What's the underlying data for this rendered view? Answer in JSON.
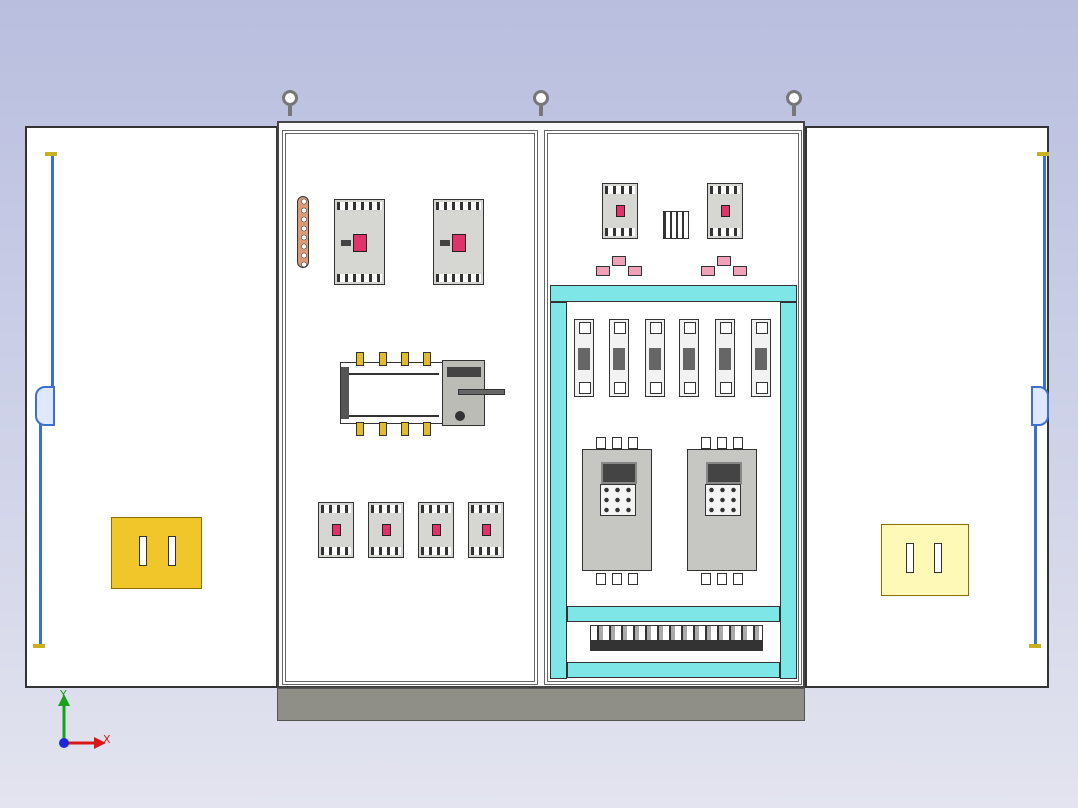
{
  "scene": {
    "title": "",
    "description_visible": false
  },
  "colors": {
    "background_top": "#b9bedf",
    "door": "#ffffff",
    "handle_rod": "#3b6fd0",
    "plate_left": "#f1c62a",
    "plate_right": "#fff9b8",
    "breaker_handle": "#e0336b",
    "mounting_rail": "#7ee6e6",
    "busbar_terminal": "#e1bb2a",
    "plinth": "#8f8f87"
  },
  "components": {
    "left_panel": {
      "ground_bar": 1,
      "main_breakers": 2,
      "transfer_switch": 1,
      "branch_breakers": 4
    },
    "right_panel": {
      "top_breakers": 2,
      "fuses": 6,
      "variable_frequency_drives": 2,
      "terminal_block": 1
    },
    "lifting_eyes": 3
  },
  "axis_triad": {
    "x_label": "X",
    "y_label": "Y"
  }
}
